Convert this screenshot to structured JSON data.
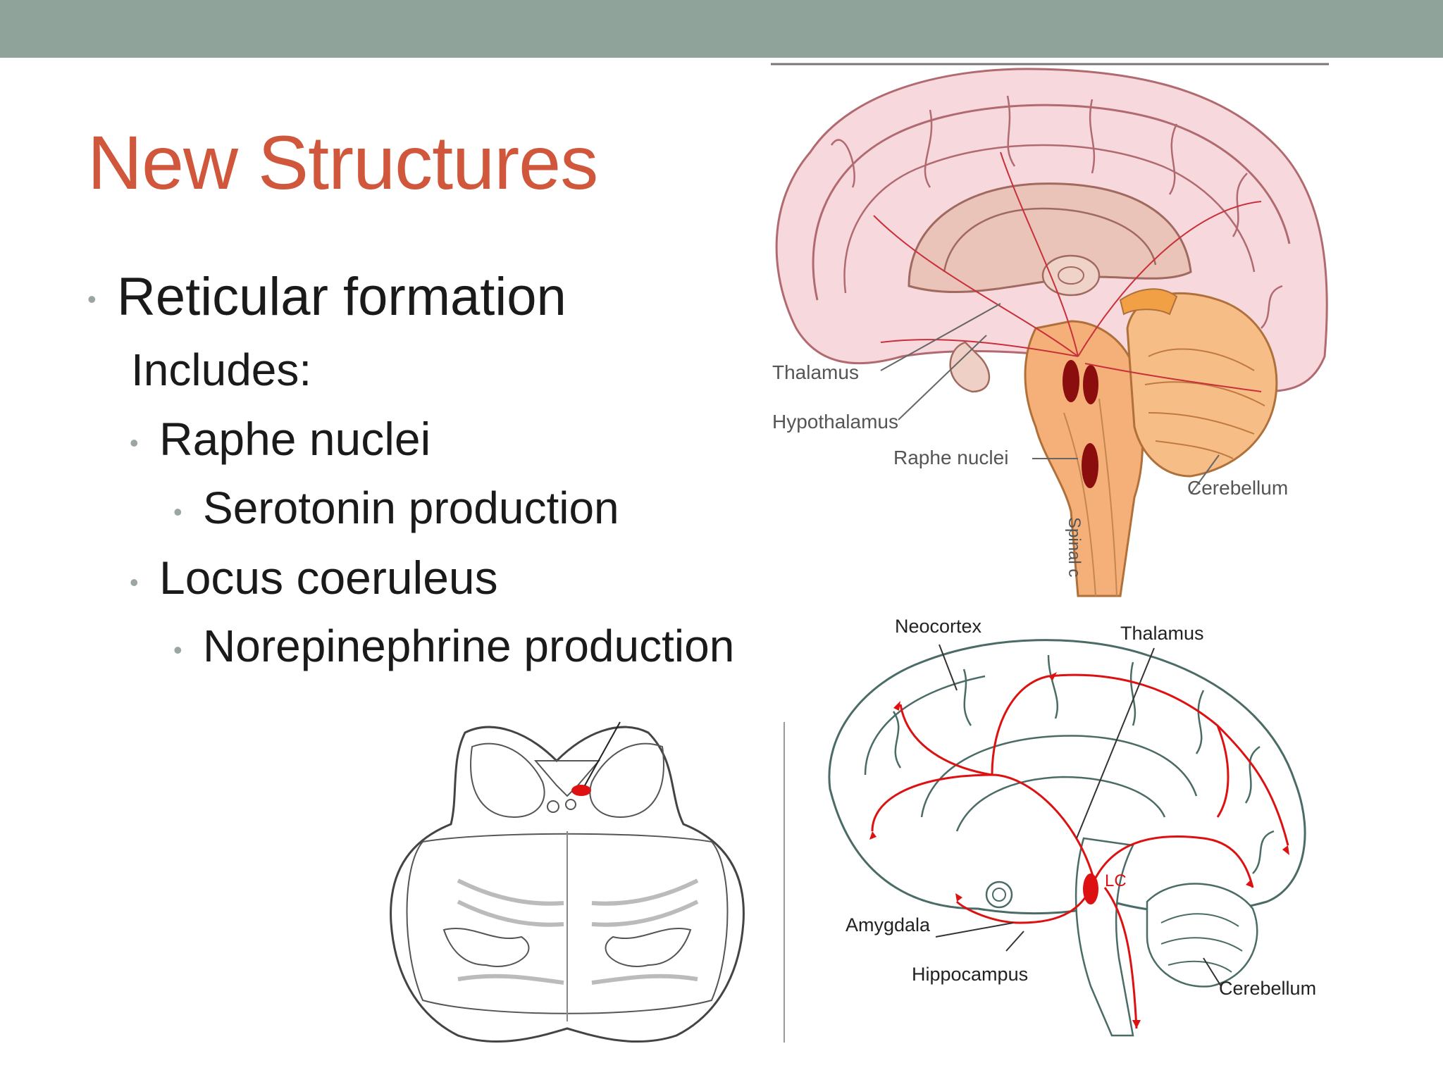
{
  "slide": {
    "title": "New Structures",
    "bullets": {
      "main": "Reticular formation",
      "includes": "Includes:",
      "raphe": "Raphe nuclei",
      "serotonin": "Serotonin production",
      "locus": "Locus coeruleus",
      "norepinephrine": "Norepinephrine production"
    }
  },
  "figure_top": {
    "labels": {
      "thalamus": "Thalamus",
      "hypothalamus": "Hypothalamus",
      "raphe": "Raphe nuclei",
      "cerebellum": "Cerebellum",
      "spinal": "Spinal c"
    }
  },
  "figure_bottom_right": {
    "labels": {
      "neocortex": "Neocortex",
      "thalamus": "Thalamus",
      "lc": "LC",
      "amygdala": "Amygdala",
      "hippocampus": "Hippocampus",
      "cerebellum": "Cerebellum"
    }
  },
  "colors": {
    "topbar": "#8fa39a",
    "title": "#d0573b",
    "red": "#dd1111"
  }
}
